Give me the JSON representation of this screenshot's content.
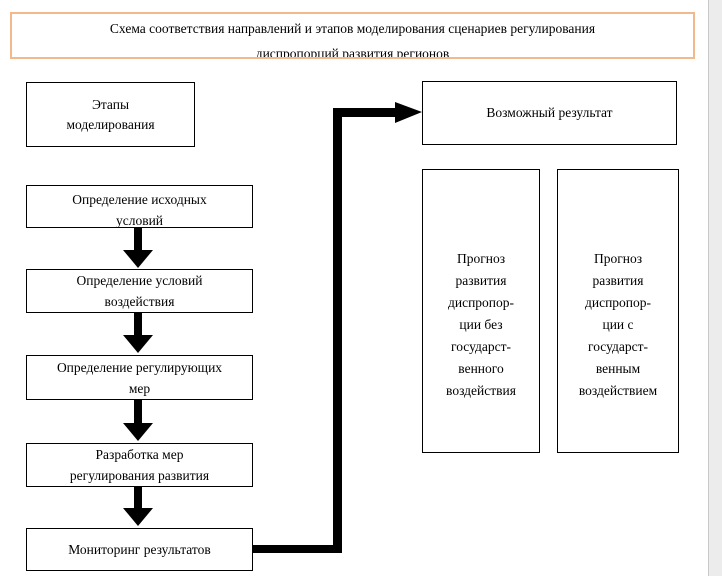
{
  "title": {
    "lines": [
      "Схема соответствия направлений и этапов моделирования сценариев регулирования",
      "диспропорций развития регионов"
    ]
  },
  "left_column": {
    "header_box": {
      "lines": [
        "Этапы",
        "моделирования"
      ]
    },
    "steps": [
      {
        "lines": [
          "Определение исходных",
          "условий"
        ]
      },
      {
        "lines": [
          "Определение условий",
          "воздействия"
        ]
      },
      {
        "lines": [
          "Определение регулирующих",
          "мер"
        ]
      },
      {
        "lines": [
          "Разработка мер",
          "регулирования развития"
        ]
      },
      {
        "lines": [
          "Мониторинг результатов"
        ]
      }
    ]
  },
  "right_column": {
    "result_box": {
      "label": "Возможный результат"
    },
    "outcome_boxes": [
      {
        "lines": [
          "Прогноз",
          "развития",
          "диспропор-",
          "ции без",
          "государст-",
          "венного",
          "воздействия"
        ]
      },
      {
        "lines": [
          "Прогноз",
          "развития",
          "диспропор-",
          "ции с",
          "государст-",
          "венным",
          "воздействием"
        ]
      }
    ]
  },
  "colors": {
    "title_border": "#f2b98c",
    "box_border": "#000000",
    "arrow": "#000000",
    "scrollbar_track": "#ececec"
  }
}
